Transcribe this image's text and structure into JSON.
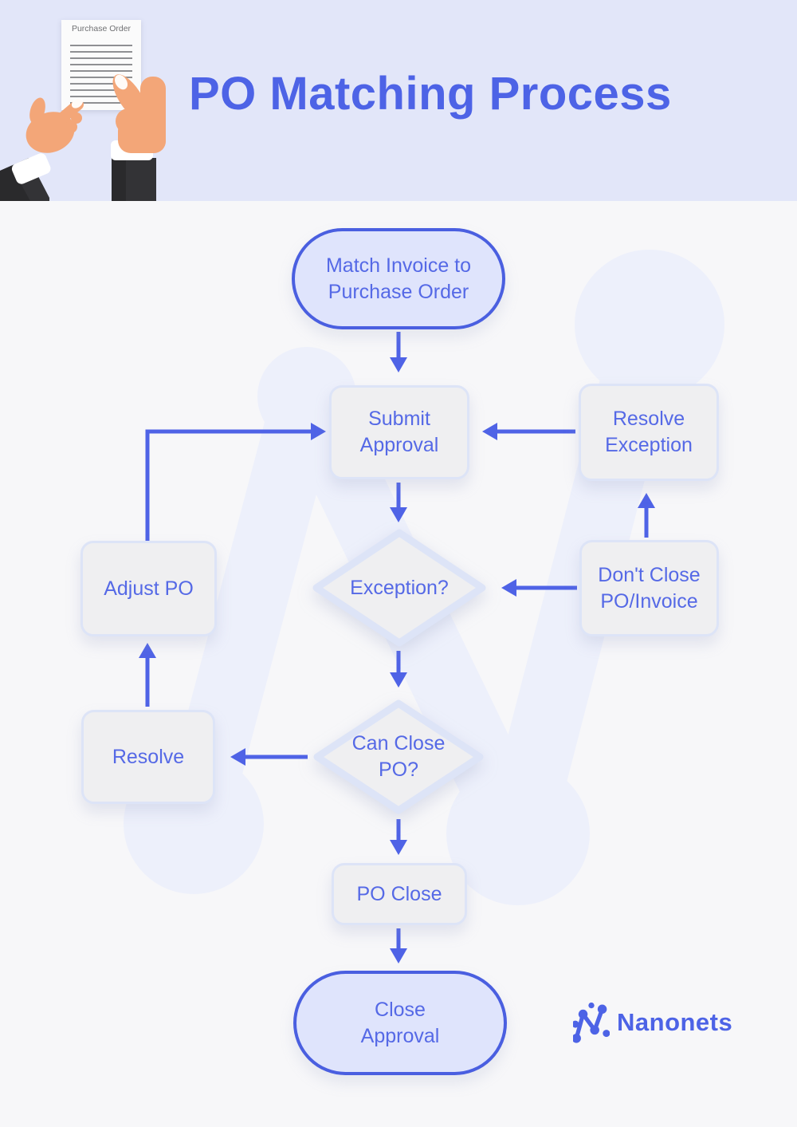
{
  "header": {
    "title": "PO Matching Process",
    "illustration": {
      "paper_title": "Purchase Order"
    }
  },
  "flowchart": {
    "nodes": {
      "match_invoice": {
        "label": "Match Invoice to Purchase Order",
        "type": "terminal"
      },
      "submit_approval": {
        "label": "Submit Approval",
        "type": "process"
      },
      "resolve_exception": {
        "label": "Resolve Exception",
        "type": "process"
      },
      "exception": {
        "label": "Exception?",
        "type": "decision"
      },
      "dont_close": {
        "label": "Don't Close PO/Invoice",
        "type": "process"
      },
      "adjust_po": {
        "label": "Adjust PO",
        "type": "process"
      },
      "can_close": {
        "label": "Can Close PO?",
        "type": "decision"
      },
      "resolve": {
        "label": "Resolve",
        "type": "process"
      },
      "po_close": {
        "label": "PO Close",
        "type": "process"
      },
      "close_approval": {
        "label": "Close Approval",
        "type": "terminal"
      }
    }
  },
  "footer": {
    "brand": "Nanonets"
  },
  "colors": {
    "accent": "#4d63e6",
    "header_bg": "#e2e6f9",
    "page_bg": "#f7f7f9",
    "node_fill": "#efeff1",
    "node_border": "#dde4f7",
    "terminal_fill": "#dfe4fc",
    "terminal_border": "#4a5fe0",
    "node_text": "#5569e6",
    "watermark": "#edf0fb",
    "arrow": "#4f63e6",
    "paper_line": "#8f9093",
    "paper_text": "#6f7073",
    "skin": "#f3a678",
    "sleeve": "#333336"
  }
}
